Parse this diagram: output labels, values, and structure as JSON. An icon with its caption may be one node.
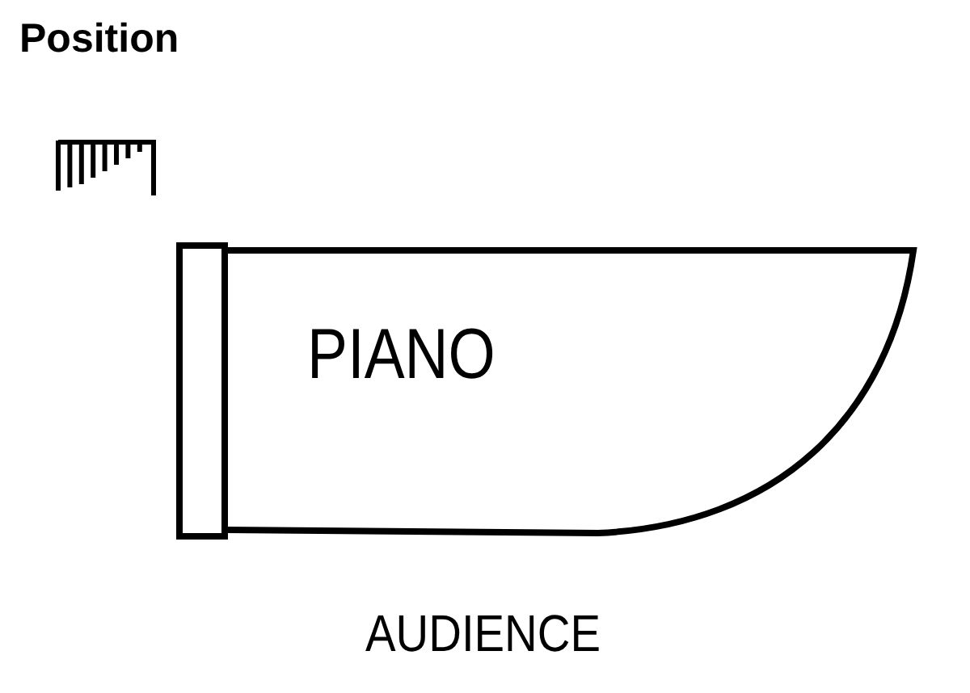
{
  "diagram": {
    "title": "Position",
    "nodes": [
      {
        "text": [
          "PIANO"
        ]
      }
    ],
    "labels": [
      "AUDIENCE"
    ]
  }
}
